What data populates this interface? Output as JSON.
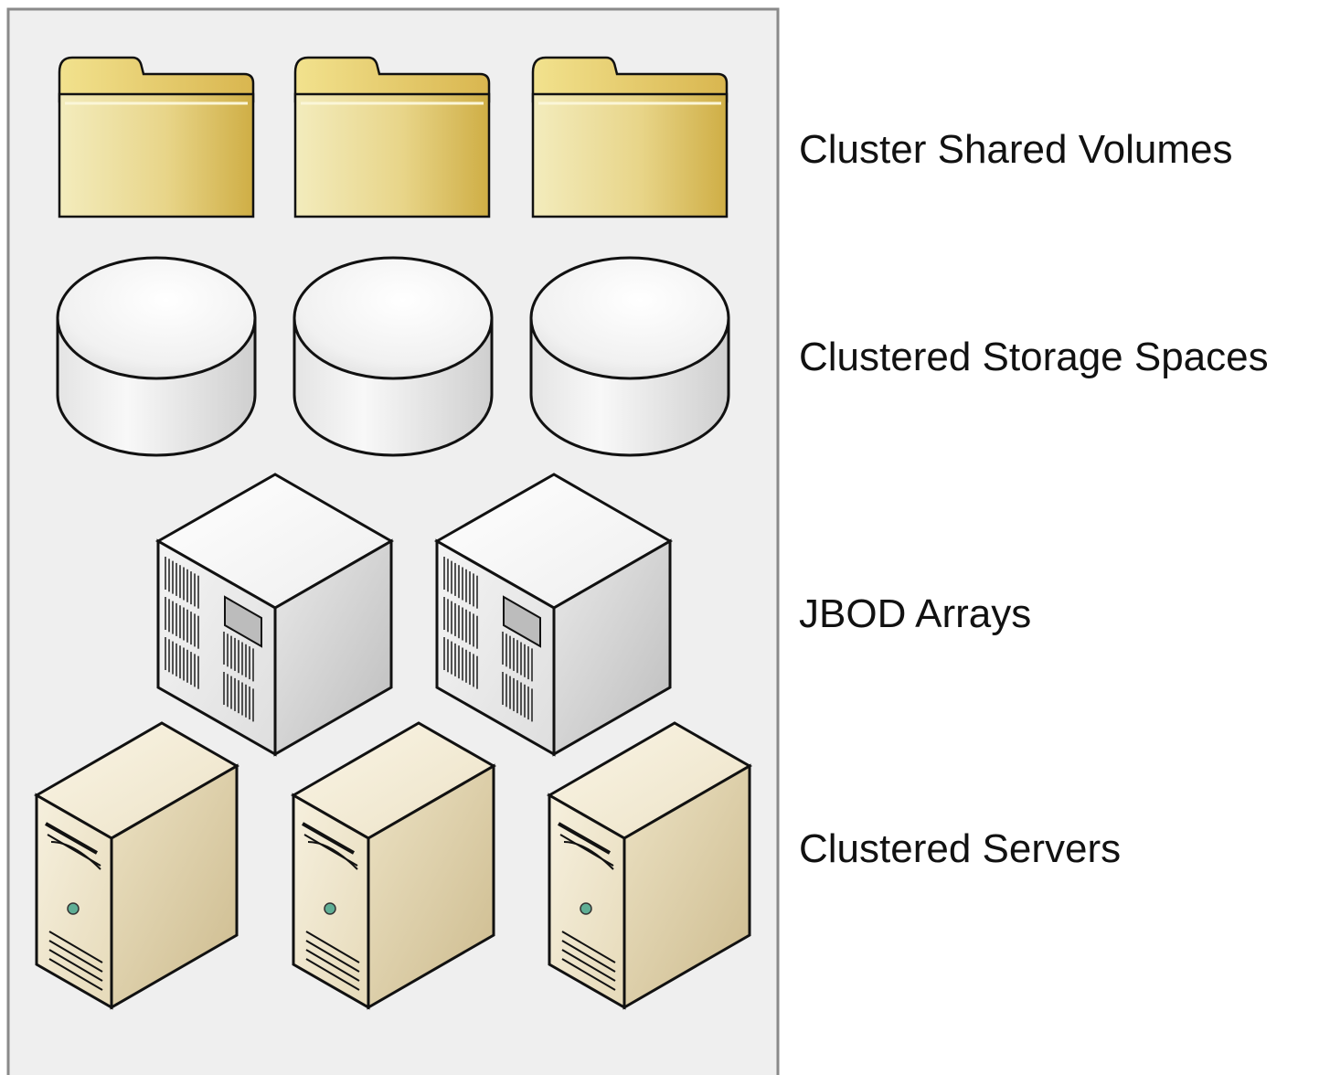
{
  "layers": [
    {
      "label": "Cluster Shared Volumes",
      "icon": "folder-icon",
      "count": 3
    },
    {
      "label": "Clustered Storage Spaces",
      "icon": "storage-disk-icon",
      "count": 3
    },
    {
      "label": "JBOD Arrays",
      "icon": "jbod-array-icon",
      "count": 2
    },
    {
      "label": "Clustered Servers",
      "icon": "tower-server-icon",
      "count": 3
    }
  ],
  "colors": {
    "panel": "#efefef",
    "panel_border": "#8a8a8a",
    "folder_light": "#f3ebb8",
    "folder_dark": "#d2b24e",
    "server_beige": "#e7dcc0",
    "server_led": "#5fae95",
    "outline": "#111111"
  }
}
